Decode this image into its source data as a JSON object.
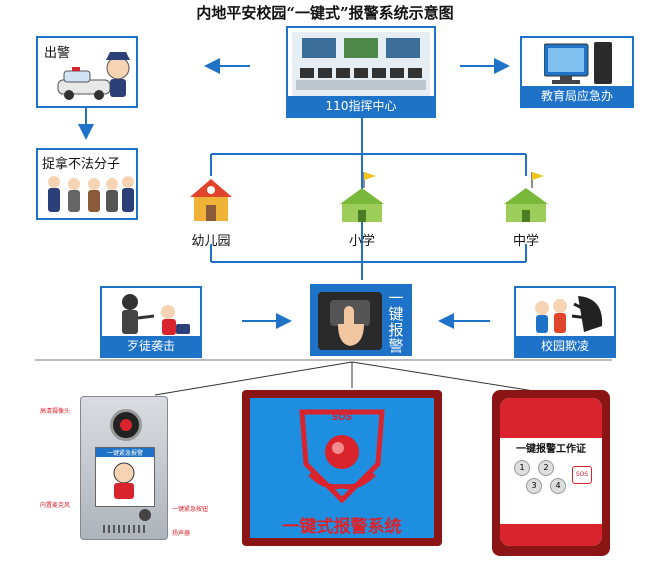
{
  "title": "内地平安校园“一键式”报警系统示意图",
  "police_dispatch": {
    "label": "出警"
  },
  "arrest": {
    "label": "捉拿不法分子"
  },
  "command_center": {
    "label": "110指挥中心"
  },
  "education_bureau": {
    "label": "教育局应急办"
  },
  "schools": [
    {
      "label": "幼儿园"
    },
    {
      "label": "小学"
    },
    {
      "label": "中学"
    }
  ],
  "one_key_alarm": {
    "label": "一键报警"
  },
  "threats": [
    {
      "label": "歹徒袭击"
    },
    {
      "label": "校园欺凌"
    }
  ],
  "intercom_panel": {
    "screen_label": "一键紧急报警",
    "callouts": [
      "高清摄像头",
      "内置麦克风",
      "一键紧急按钮",
      "扬声器"
    ]
  },
  "alarm_system_logo": {
    "sos": "SOS",
    "label": "一键式报警系统"
  },
  "phone_app": {
    "title": "一键报警工作证",
    "keys": [
      "1",
      "2",
      "3",
      "4"
    ],
    "sos_key": "SOS"
  },
  "colors": {
    "accent_blue": "#1e73c8",
    "dark_red": "#8b1414",
    "button_red": "#d9232d"
  }
}
